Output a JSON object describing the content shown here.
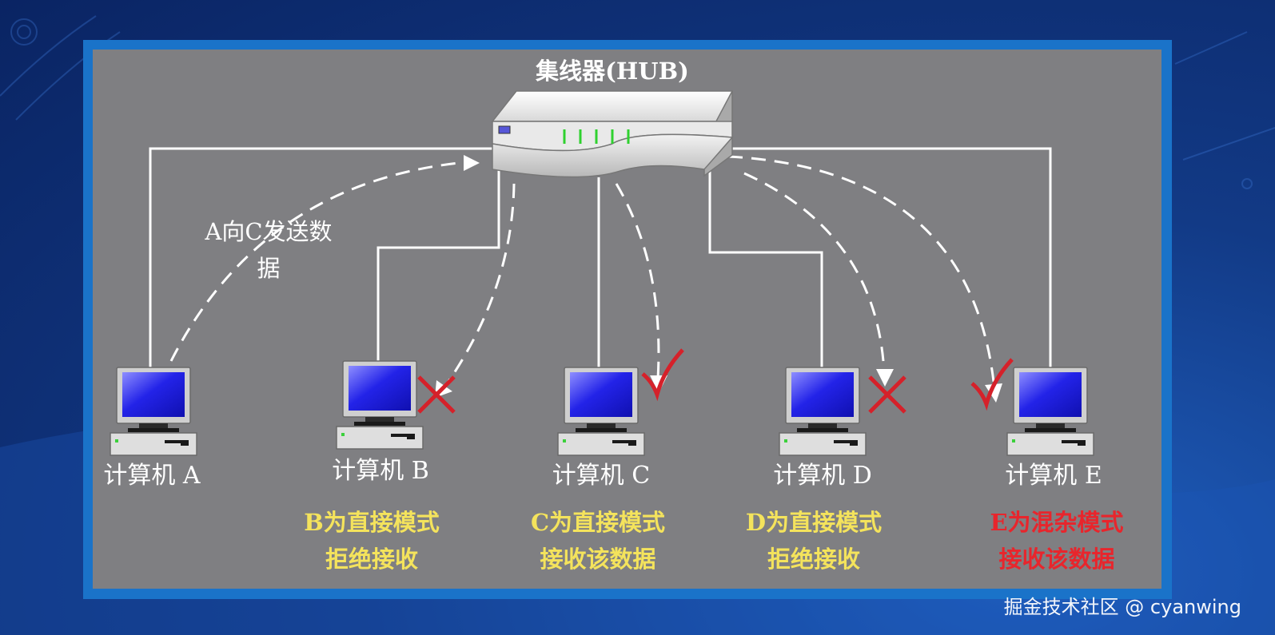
{
  "hub": {
    "title": "集线器(HUB)"
  },
  "note_a": {
    "line1": "A向C发送数",
    "line2": "据"
  },
  "computers": [
    {
      "id": "A",
      "label": "计算机 A",
      "mode_line1": "",
      "mode_line2": "",
      "mark": "none",
      "mode_color": "#f4e35c"
    },
    {
      "id": "B",
      "label": "计算机 B",
      "mode_line1": "B为直接模式",
      "mode_line2": "拒绝接收",
      "mark": "cross",
      "mode_color": "#f4e35c"
    },
    {
      "id": "C",
      "label": "计算机 C",
      "mode_line1": "C为直接模式",
      "mode_line2": "接收该数据",
      "mark": "check",
      "mode_color": "#f4e35c"
    },
    {
      "id": "D",
      "label": "计算机 D",
      "mode_line1": "D为直接模式",
      "mode_line2": "拒绝接收",
      "mark": "cross",
      "mode_color": "#f4e35c"
    },
    {
      "id": "E",
      "label": "计算机 E",
      "mode_line1": "E为混杂模式",
      "mode_line2": "接收该数据",
      "mark": "check",
      "mode_color": "#e8252c"
    }
  ],
  "colors": {
    "panel": "#7f7f82",
    "frame": "#1a73c9",
    "mark": "#d5212a",
    "accept_mode": "#f4e35c",
    "promiscuous_mode": "#e8252c"
  },
  "watermark": {
    "text": "掘金技术社区 @ cyanwing"
  }
}
